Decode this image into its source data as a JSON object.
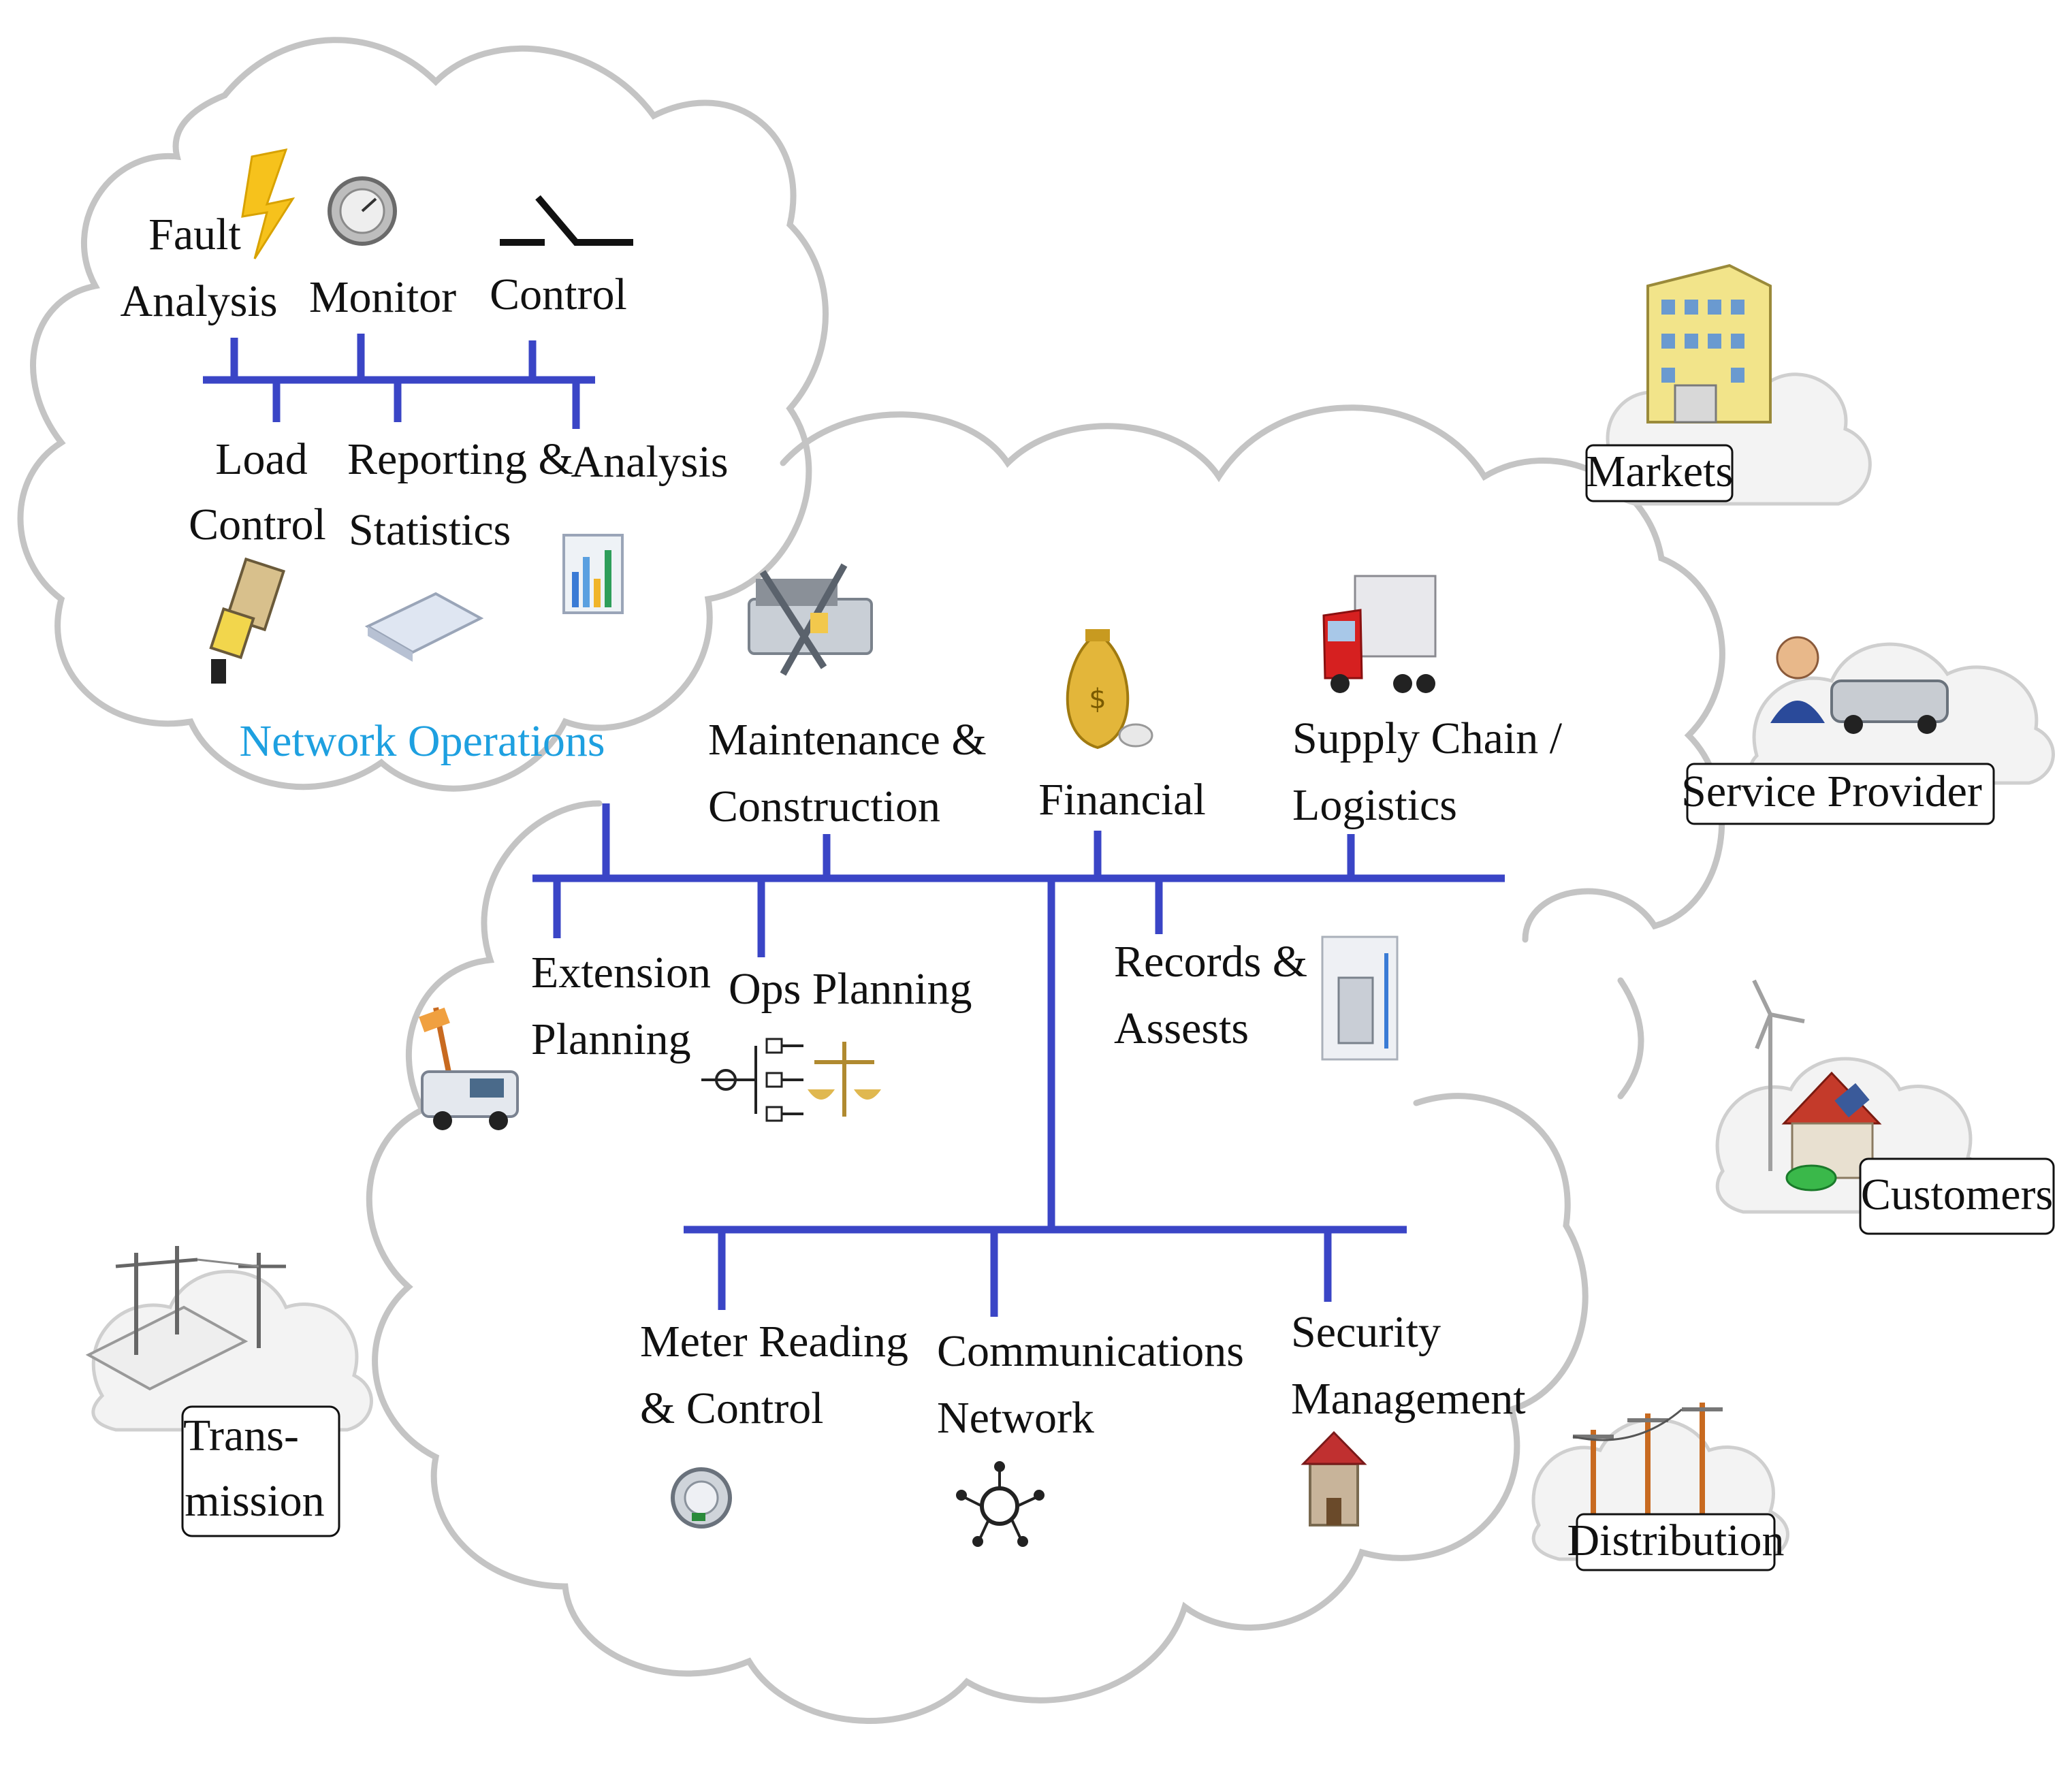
{
  "colors": {
    "bus": "#3a45c6",
    "cloud_outline": "#c4c4c4",
    "label": "#111111",
    "network_operations_title": "#1ea0e0"
  },
  "network_operations": {
    "title": "Network Operations",
    "top": [
      {
        "label": [
          "Fault",
          "Analysis"
        ],
        "icon": "lightning-icon"
      },
      {
        "label": [
          "Monitor"
        ],
        "icon": "gauge-icon"
      },
      {
        "label": [
          "Control"
        ],
        "icon": "switch-symbol-icon"
      }
    ],
    "bottom": [
      {
        "label": [
          "Load",
          "Control"
        ],
        "icon": "switch-device-icon"
      },
      {
        "label": [
          "Reporting &",
          "Statistics"
        ],
        "icon": "report-tray-icon"
      },
      {
        "label": [
          "Analysis"
        ],
        "icon": "bar-chart-icon"
      }
    ]
  },
  "main_bus": {
    "top": [
      {
        "label": [
          "Maintenance &",
          "Construction"
        ],
        "icon": "toolbox-icon"
      },
      {
        "label": [
          "Financial"
        ],
        "icon": "money-bag-icon"
      },
      {
        "label": [
          "Supply Chain /",
          "Logistics"
        ],
        "icon": "truck-icon"
      }
    ],
    "bottom": [
      {
        "label": [
          "Extension",
          "Planning"
        ],
        "icon": "utility-truck-icon"
      },
      {
        "label": [
          "Ops Planning"
        ],
        "icon": "ops-planning-icon"
      },
      {
        "label": [
          "Records &",
          "Assests"
        ],
        "icon": "records-icon"
      }
    ]
  },
  "lower_bus": [
    {
      "label": [
        "Meter Reading",
        "& Control"
      ],
      "icon": "meter-icon"
    },
    {
      "label": [
        "Communications",
        "Network"
      ],
      "icon": "network-hub-icon"
    },
    {
      "label": [
        "Security",
        "Management"
      ],
      "icon": "castle-icon"
    }
  ],
  "external": [
    {
      "label": [
        "Markets"
      ],
      "icon": "building-icon"
    },
    {
      "label": [
        "Service Provider"
      ],
      "icon": "person-car-icon"
    },
    {
      "label": [
        "Customers"
      ],
      "icon": "house-wind-turbine-icon"
    },
    {
      "label": [
        "Distribution"
      ],
      "icon": "distribution-pole-icon"
    },
    {
      "label": [
        "Trans-",
        "mission"
      ],
      "icon": "substation-icon"
    }
  ]
}
